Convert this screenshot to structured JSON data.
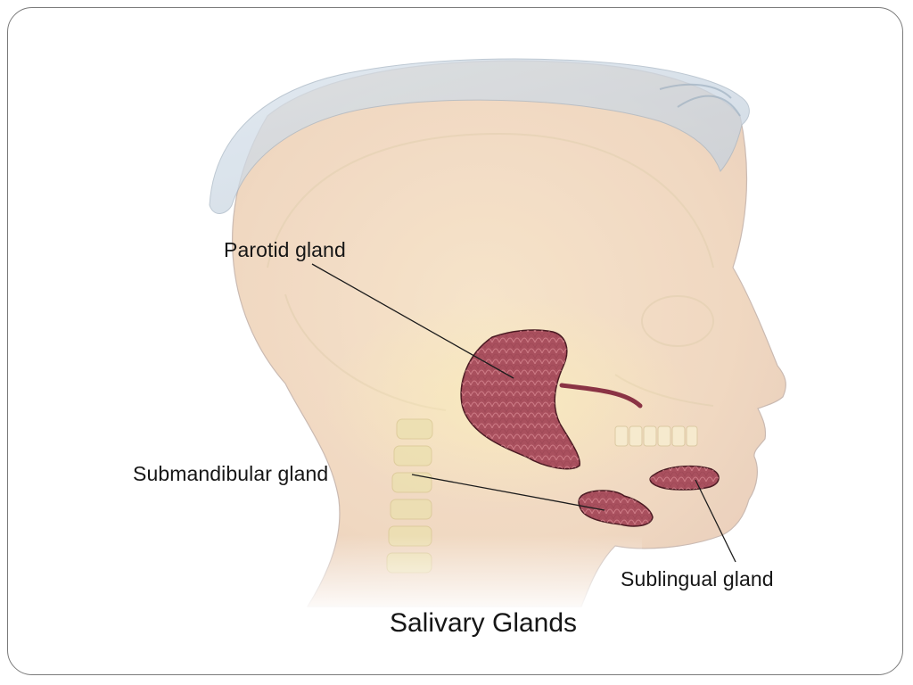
{
  "diagram": {
    "title": "Salivary Glands",
    "labels": {
      "parotid": "Parotid gland",
      "submandibular": "Submandibular gland",
      "sublingual": "Sublingual gland"
    }
  },
  "colors": {
    "frame_border": "#7a7a7a",
    "skin": "#f3dcc4",
    "gland": "#a9505e",
    "gland_outline": "#4a1a22",
    "leader_line": "#1c1c1c"
  }
}
